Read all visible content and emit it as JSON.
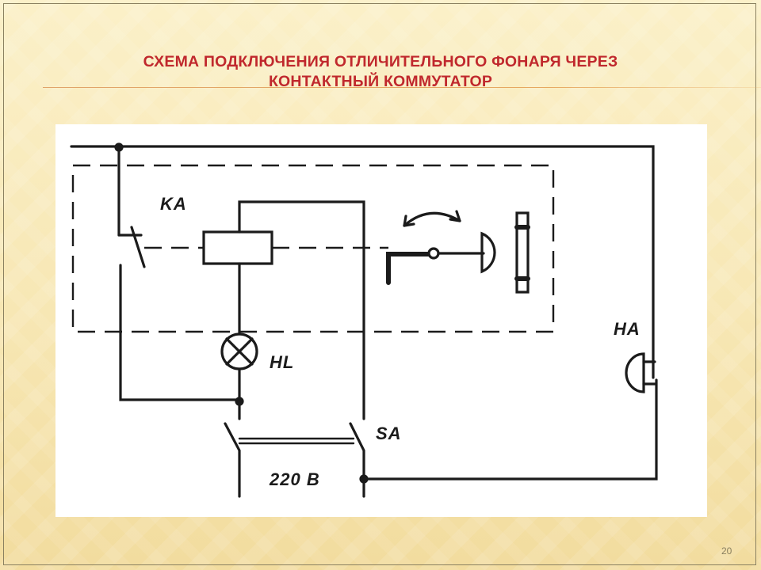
{
  "slide": {
    "title_line1": "СХЕМА ПОДКЛЮЧЕНИЯ ОТЛИЧИТЕЛЬНОГО ФОНАРЯ ЧЕРЕЗ",
    "title_line2": "КОНТАКТНЫЙ КОММУТАТОР",
    "page_number": "20"
  },
  "diagram": {
    "labels": {
      "relay": "KA",
      "lamp": "HL",
      "buzzer": "HA",
      "switch": "SA",
      "voltage": "220 В"
    },
    "colors": {
      "title": "#c0282d",
      "ink": "#1b1b1b"
    }
  }
}
